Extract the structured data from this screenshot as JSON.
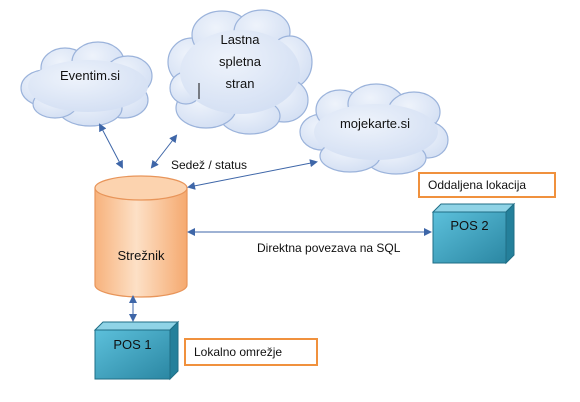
{
  "clouds": {
    "eventim": "Eventim.si",
    "lastna_line1": "Lastna",
    "lastna_line2": "spletna",
    "lastna_line3": "stran",
    "mojekarte": "mojekarte.si"
  },
  "server": {
    "label": "Strežnik"
  },
  "pos": {
    "pos1": "POS 1",
    "pos2": "POS 2"
  },
  "edges": {
    "sedez_status": "Sedež / status",
    "direktna": "Direktna povezava na SQL"
  },
  "tags": {
    "oddaljena": "Oddaljena lokacija",
    "lokalno": "Lokalno omrežje"
  },
  "colors": {
    "cloud_fill": "#dde6f6",
    "cloud_stroke": "#9bb3db",
    "server_fill": "#fbc79a",
    "server_stroke": "#e8955a",
    "pos_fill": "#3fa3c0",
    "pos_stroke": "#1f6e86",
    "tag_border": "#f0913d",
    "arrow": "#3e66a8"
  }
}
